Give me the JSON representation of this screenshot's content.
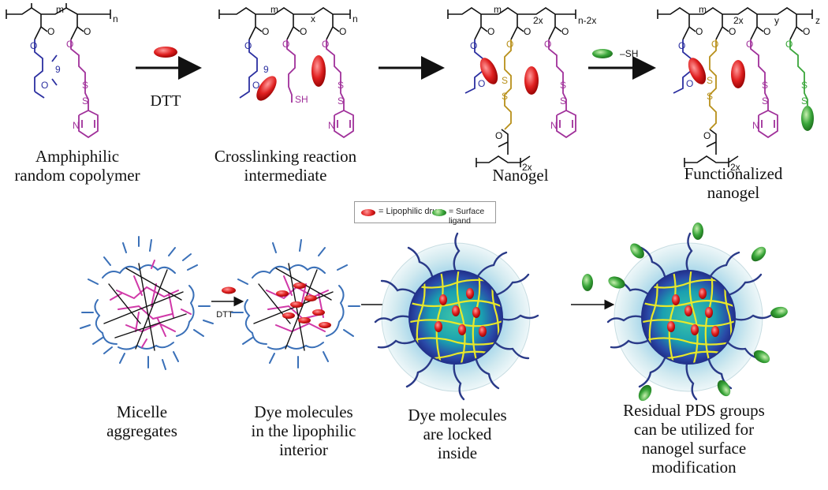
{
  "top_row": {
    "arrow1_label": "DTT",
    "reagent2_label": "SH",
    "captions": [
      {
        "lines": [
          "Amphiphilic",
          "random copolymer"
        ]
      },
      {
        "lines": [
          "Crosslinking reaction",
          "intermediate"
        ]
      },
      {
        "lines": [
          "Nanogel"
        ]
      },
      {
        "lines": [
          "Functionalized",
          "nanogel"
        ]
      }
    ],
    "subscripts": {
      "m": "m",
      "n": "n",
      "x": "x",
      "two_x": "2x",
      "n_minus_2x": "n-2x",
      "y": "y",
      "z": "z",
      "nine": "9",
      "S": "S",
      "SH": "SH",
      "N": "N",
      "O": "O"
    }
  },
  "legend": {
    "drug_label": "= Lipophilic drug",
    "ligand_label": "= Surface ligand",
    "drug_color": "#e02020",
    "ligand_color": "#3aa63a"
  },
  "bottom_row": {
    "arrow_label": "DTT",
    "captions": [
      {
        "lines": [
          "Micelle",
          "aggregates"
        ]
      },
      {
        "lines": [
          "Dye molecules",
          "in the lipophilic",
          "interior"
        ]
      },
      {
        "lines": [
          "Dye molecules",
          "are locked",
          "inside"
        ]
      },
      {
        "lines": [
          "Residual PDS groups",
          "can be utilized for",
          "nanogel surface",
          "modification"
        ]
      }
    ]
  },
  "colors": {
    "peg": "#2b2fa0",
    "pds": "#a0309a",
    "crosslink": "#b8901a",
    "ligand": "#3aa63a",
    "drug": "#e02020",
    "core_grid": "#e8e82a",
    "micelle_pink": "#d038a8",
    "micelle_blue": "#3a70b8"
  }
}
